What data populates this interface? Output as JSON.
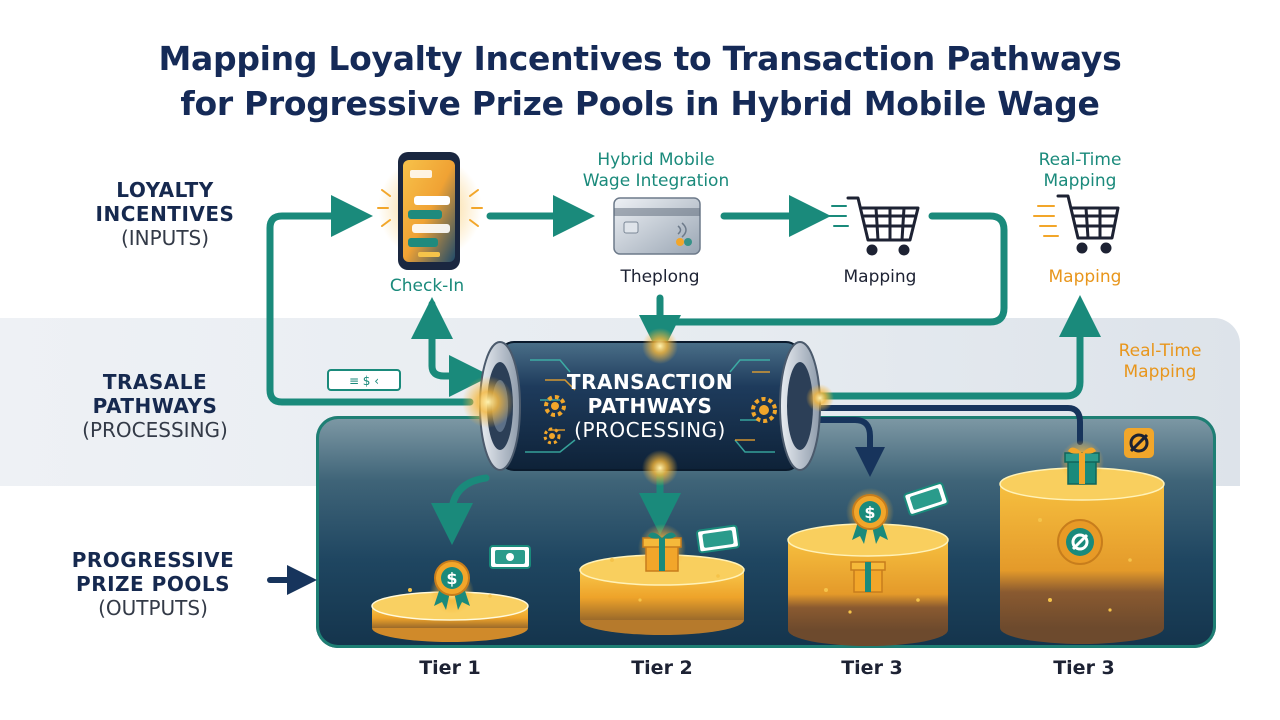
{
  "title": {
    "line1": "Mapping Loyalty Incentives to Transaction Pathways",
    "line2": "for Progressive Prize Pools in Hybrid Mobile Wage"
  },
  "rows": {
    "inputs": {
      "line1": "LOYALTY",
      "line2": "INCENTIVES",
      "line3": "(INPUTS)"
    },
    "processing": {
      "line1": "TRASALE",
      "line2": "PATHWAYS",
      "line3": "(PROCESSING)"
    },
    "outputs": {
      "line1": "PROGRESSIVE",
      "line2": "PRIZE POOLS",
      "line3": "(OUTPUTS)"
    }
  },
  "nodes": {
    "checkin": "Check-In",
    "card_caption": "Theplong",
    "hybrid_line1": "Hybrid Mobile",
    "hybrid_line2": "Wage Integration",
    "cart1": "Mapping",
    "realtime_top_line1": "Real-Time",
    "realtime_top_line2": "Mapping",
    "cart2": "Mapping",
    "realtime_side_line1": "Real-Time",
    "realtime_side_line2": "Mapping"
  },
  "cylinder": {
    "line1": "TRANSACTION",
    "line2": "PATHWAYS",
    "line3": "(PROCESSING)"
  },
  "tag_text": "≡ $ ‹",
  "tiers": [
    "Tier 1",
    "Tier 2",
    "Tier 3",
    "Tier 3"
  ],
  "colors": {
    "navy": "#152a57",
    "teal": "#1a8a7b",
    "orange": "#f2a62a",
    "gold": "#f5b93a"
  },
  "icons": [
    "smartphone-icon",
    "credit-card-icon",
    "shopping-cart-icon",
    "gear-icon",
    "dollar-badge-icon",
    "gift-icon",
    "cash-icon",
    "no-link-icon"
  ]
}
